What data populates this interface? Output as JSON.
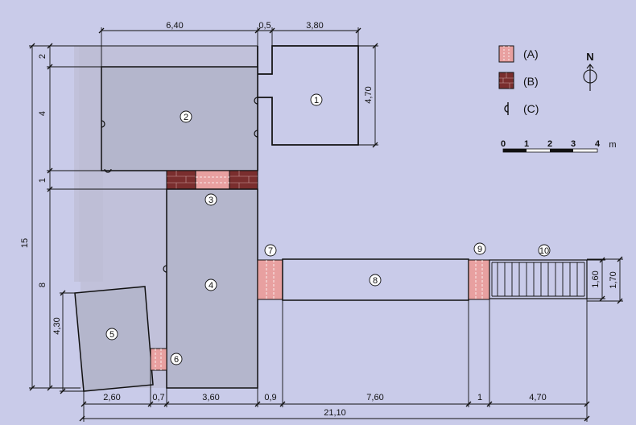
{
  "dimensions": {
    "top": [
      "6,40",
      "0,5",
      "3,80"
    ],
    "bottom": [
      "2,60",
      "0,7",
      "3,60",
      "0,9",
      "7,60",
      "1",
      "4,70"
    ],
    "overall_width": "21,10",
    "left_segments": [
      "2",
      "4",
      "1",
      "8"
    ],
    "overall_height": "15",
    "room1_height": "4,70",
    "room5_height": "4,30",
    "corridor_inner": "1,60",
    "corridor_outer": "1,70"
  },
  "rooms": [
    "1",
    "2",
    "3",
    "4",
    "5",
    "6",
    "7",
    "8",
    "9",
    "10"
  ],
  "legend": [
    {
      "key": "A",
      "label": "(A)",
      "color": "#e8a0a0"
    },
    {
      "key": "B",
      "label": "(B)",
      "color": "#7a2e2e"
    },
    {
      "key": "C",
      "label": "(C)",
      "symbol": "door-arc"
    }
  ],
  "north": "N",
  "scale": {
    "ticks": [
      "0",
      "1",
      "2",
      "3",
      "4"
    ],
    "unit": "m"
  },
  "colors": {
    "background": "#c9cbe9",
    "building": "#b4b6cc",
    "shade": "#b8b8d0",
    "brick": "#7a2e2e",
    "opening": "#e8a0a0"
  }
}
